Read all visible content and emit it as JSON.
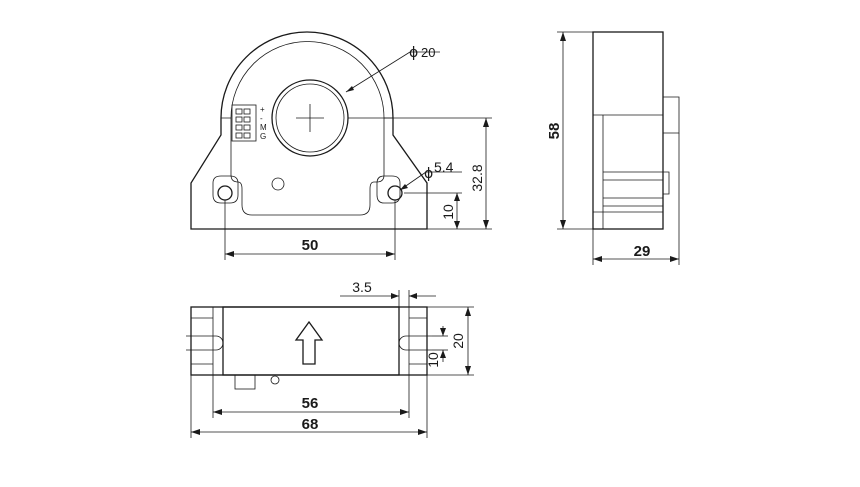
{
  "dims": {
    "hole_diameter": "20",
    "width_front": "50",
    "center_height": "32.8",
    "mount_hole_diameter": "5.4",
    "mount_hole_height": "10",
    "total_height": "58",
    "depth": "29",
    "offset_top": "3.5",
    "slot_height": "10",
    "base_height": "20",
    "inner_width": "56",
    "total_width": "68"
  },
  "phi_symbol": "ϕ",
  "terminals": [
    "+",
    "-",
    "M",
    "G"
  ]
}
